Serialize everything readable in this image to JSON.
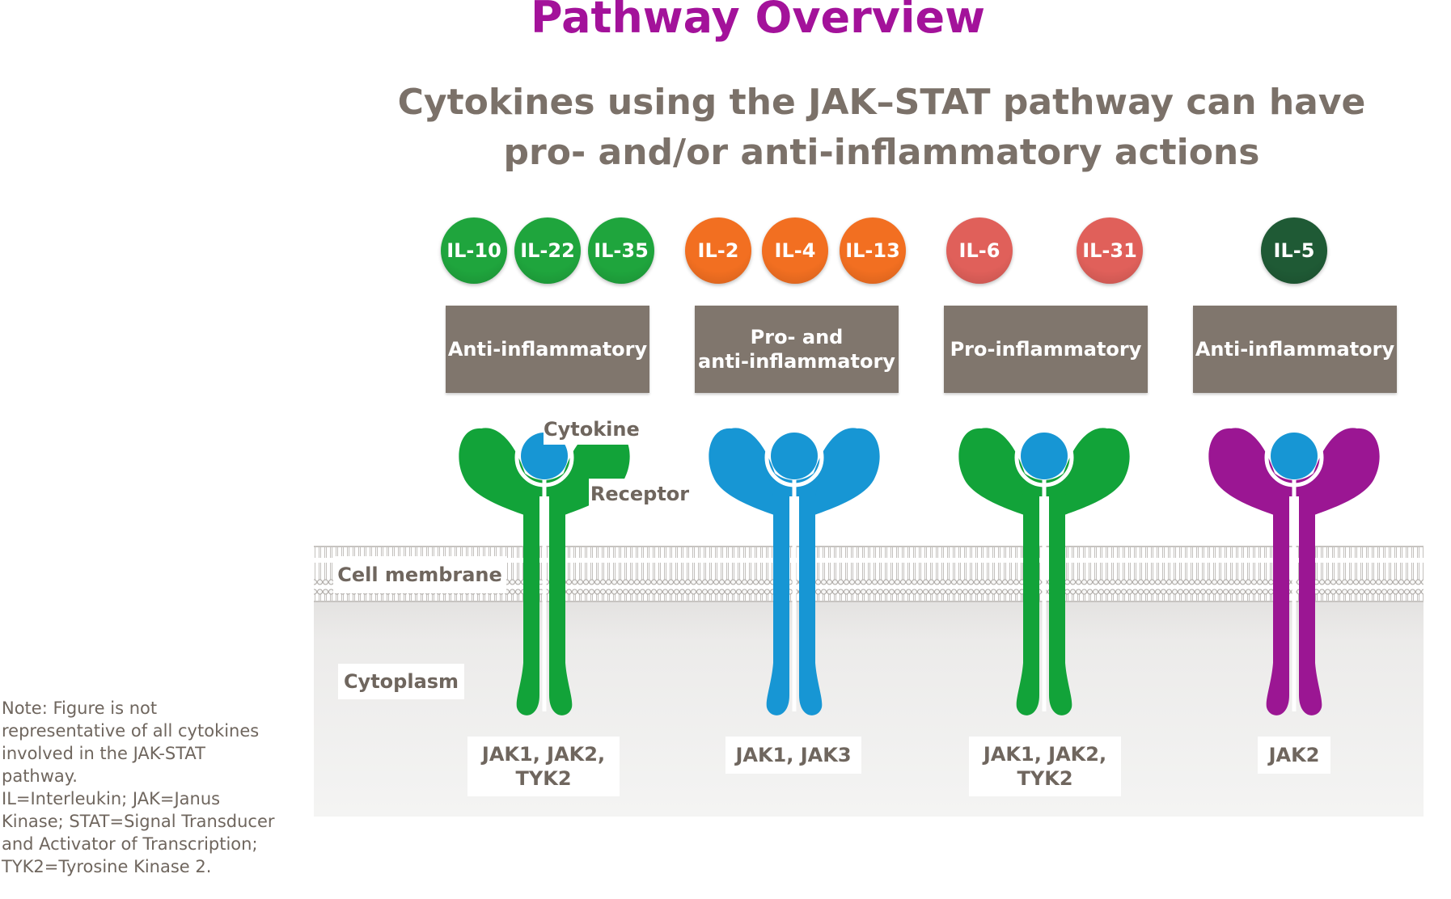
{
  "title": "Pathway Overview",
  "subtitle_line1": "Cytokines using the JAK–STAT pathway can have",
  "subtitle_line2": "pro- and/or anti-inflammatory actions",
  "badges": [
    {
      "label": "IL-10",
      "color": "#1fa53d"
    },
    {
      "label": "IL-22",
      "color": "#1fa53d"
    },
    {
      "label": "IL-35",
      "color": "#1fa53d"
    },
    {
      "label": "IL-2",
      "color": "#f26f21"
    },
    {
      "label": "IL-4",
      "color": "#f26f21"
    },
    {
      "label": "IL-13",
      "color": "#f26f21"
    },
    {
      "label": "IL-6",
      "color": "#e0605a"
    },
    {
      "label": "IL-31",
      "color": "#e0605a"
    },
    {
      "label": "IL-5",
      "color": "#1f5a35"
    }
  ],
  "categories": [
    {
      "label": "Anti-inflammatory"
    },
    {
      "label_line1": "Pro- and",
      "label_line2": "anti-inflammatory"
    },
    {
      "label": "Pro-inflammatory"
    },
    {
      "label": "Anti-inflammatory"
    }
  ],
  "annotations": {
    "cytokine": "Cytokine",
    "receptor": "Receptor",
    "cell_membrane": "Cell membrane",
    "cytoplasm": "Cytoplasm"
  },
  "receptor_colors": [
    "#12a339",
    "#1796d4",
    "#12a339",
    "#9b1693"
  ],
  "jaks": [
    {
      "line1": "JAK1, JAK2,",
      "line2": "TYK2"
    },
    {
      "line1": "JAK1, JAK3",
      "line2": ""
    },
    {
      "line1": "JAK1, JAK2,",
      "line2": "TYK2"
    },
    {
      "line1": "JAK2",
      "line2": ""
    }
  ],
  "note": {
    "line1": "Note: Figure is not",
    "line2": "representative of all cytokines",
    "line3": "involved in the JAK-STAT",
    "line4": "pathway.",
    "line5": "IL=Interleukin; JAK=Janus",
    "line6": "Kinase; STAT=Signal Transducer",
    "line7": "and Activator of Transcription;",
    "line8": "TYK2=Tyrosine Kinase 2."
  }
}
